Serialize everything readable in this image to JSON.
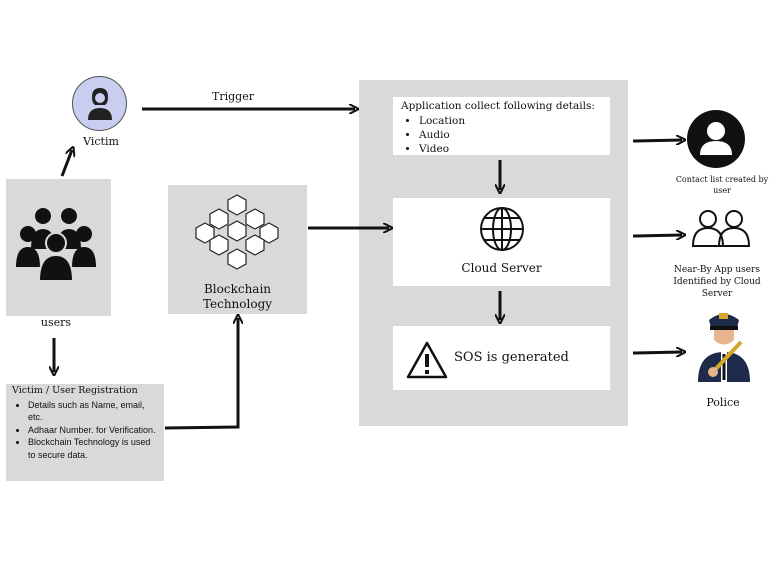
{
  "victim": {
    "label": "Victim"
  },
  "users": {
    "label": "users"
  },
  "trigger": {
    "label": "Trigger"
  },
  "blockchain": {
    "line1": "Blockchain",
    "line2": "Technology"
  },
  "registration": {
    "title": "Victim / User Registration",
    "items": [
      "Details such as Name, email, etc.",
      "Adhaar Number. for Verification.",
      "Blockchain Technology is used to secure data."
    ]
  },
  "app": {
    "title": "Application collect following details:",
    "items": [
      "Location",
      "Audio",
      "Video"
    ]
  },
  "cloud": {
    "label": "Cloud Server"
  },
  "sos": {
    "label": "SOS is generated"
  },
  "contact": {
    "label": "Contact list created by user"
  },
  "nearby": {
    "label": "Near-By App users Identified by Cloud Server"
  },
  "police": {
    "label": "Police"
  },
  "colors": {
    "panel": "#d9d9d9",
    "victim_circle": "#c9cdef",
    "police_navy": "#1f2b4a"
  }
}
